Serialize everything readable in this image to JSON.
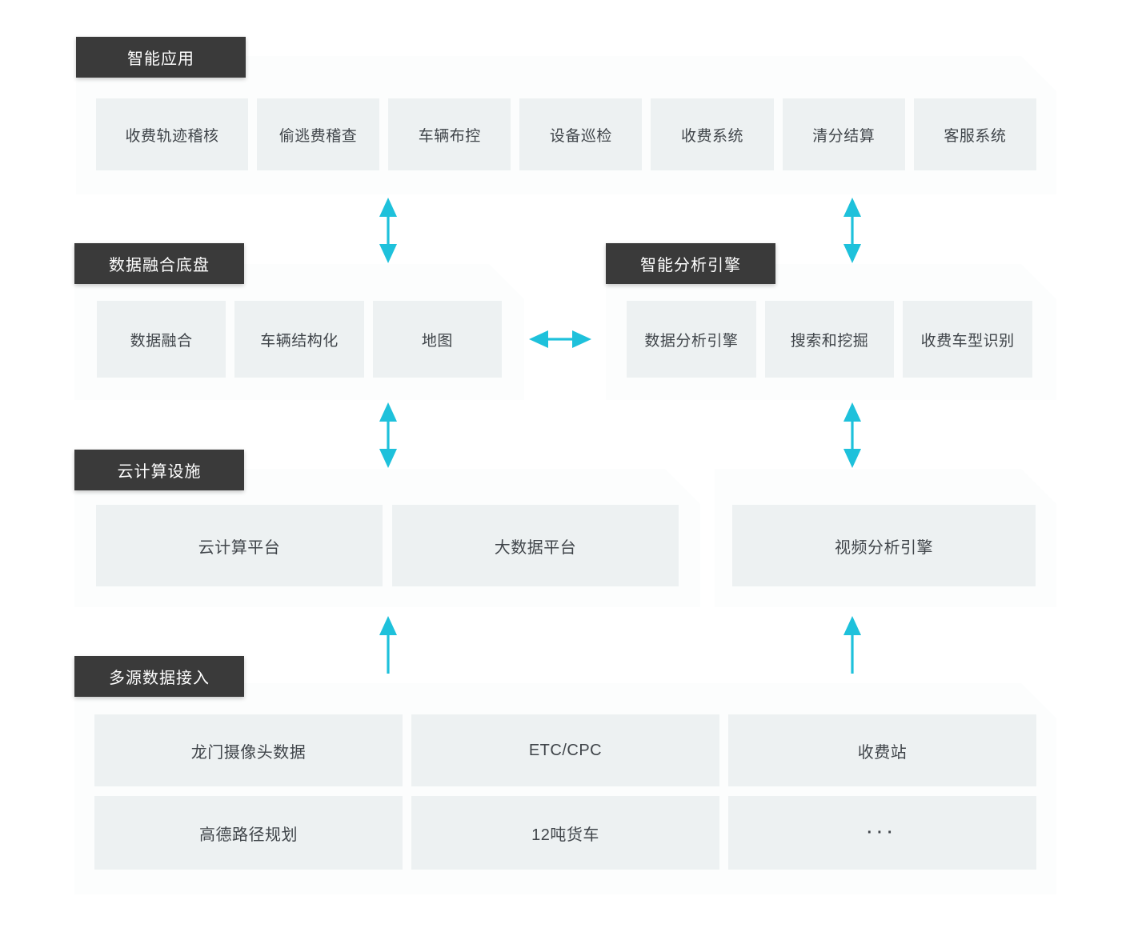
{
  "colors": {
    "accent_arrow": "#1ec1db",
    "badge_bg": "#3a3a3a",
    "badge_text": "#ffffff",
    "panel_bg": "#fcfdfd",
    "item_bg": "#edf1f2",
    "item_text": "#40454a"
  },
  "sections": {
    "apps": {
      "title": "智能应用",
      "items": [
        "收费轨迹稽核",
        "偷逃费稽查",
        "车辆布控",
        "设备巡检",
        "收费系统",
        "清分结算",
        "客服系统"
      ]
    },
    "fusion": {
      "title": "数据融合底盘",
      "items": [
        "数据融合",
        "车辆结构化",
        "地图"
      ]
    },
    "analysis": {
      "title": "智能分析引擎",
      "items": [
        "数据分析引擎",
        "搜索和挖掘",
        "收费车型识别"
      ]
    },
    "cloud": {
      "title": "云计算设施",
      "items": [
        "云计算平台",
        "大数据平台"
      ]
    },
    "video": {
      "items": [
        "视频分析引擎"
      ]
    },
    "datasources": {
      "title": "多源数据接入",
      "items": [
        "龙门摄像头数据",
        "ETC/CPC",
        "收费站",
        "高德路径规划",
        "12吨货车",
        "···"
      ]
    }
  }
}
